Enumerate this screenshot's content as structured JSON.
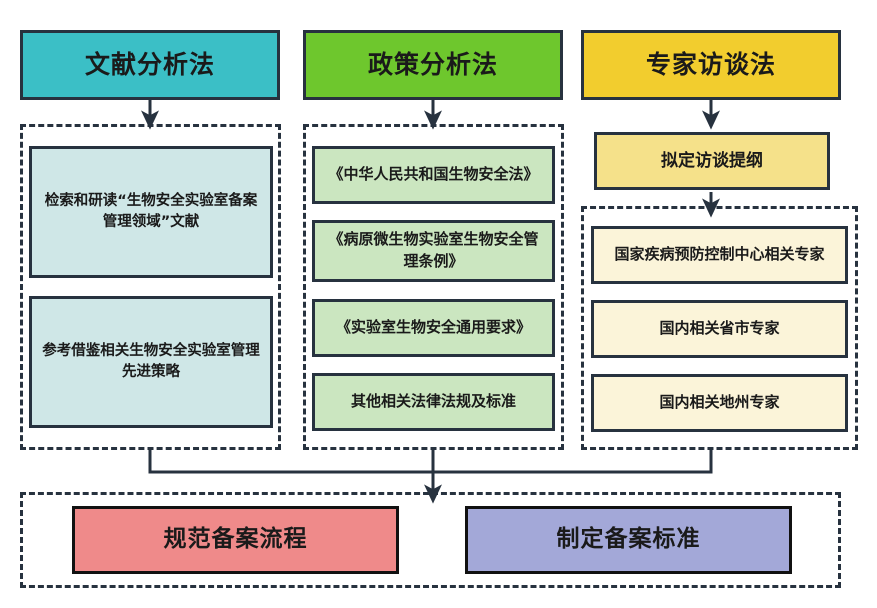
{
  "diagram": {
    "title_columns": [
      {
        "id": "literature",
        "label": "文献分析法",
        "color": "#3bbfc6",
        "items": [
          "检索和研读“生物安全实验室备案管理领域”文献",
          "参考借鉴相关生物安全实验室管理先进策略"
        ],
        "item_color": "#cfe7e7"
      },
      {
        "id": "policy",
        "label": "政策分析法",
        "color": "#6ec72d",
        "items": [
          "《中华人民共和国生物安全法》",
          "《病原微生物实验室生物安全管理条例》",
          "《实验室生物安全通用要求》",
          "其他相关法律法规及标准"
        ],
        "item_color": "#cbe6c0"
      },
      {
        "id": "expert",
        "label": "专家访谈法",
        "color": "#f2cd2e",
        "intermediate": "拟定访谈提纲",
        "intermediate_color": "#f5e18a",
        "items": [
          "国家疾病预防控制中心相关专家",
          "国内相关省市专家",
          "国内相关地州专家"
        ],
        "item_color": "#fbf4d9"
      }
    ],
    "outcomes": [
      {
        "id": "process",
        "label": "规范备案流程",
        "color": "#ef8a8a"
      },
      {
        "id": "standard",
        "label": "制定备案标准",
        "color": "#a3a8d8"
      }
    ],
    "colors": {
      "stroke": "#27323f",
      "outcome_stroke": "#111111",
      "background": "#ffffff"
    }
  }
}
